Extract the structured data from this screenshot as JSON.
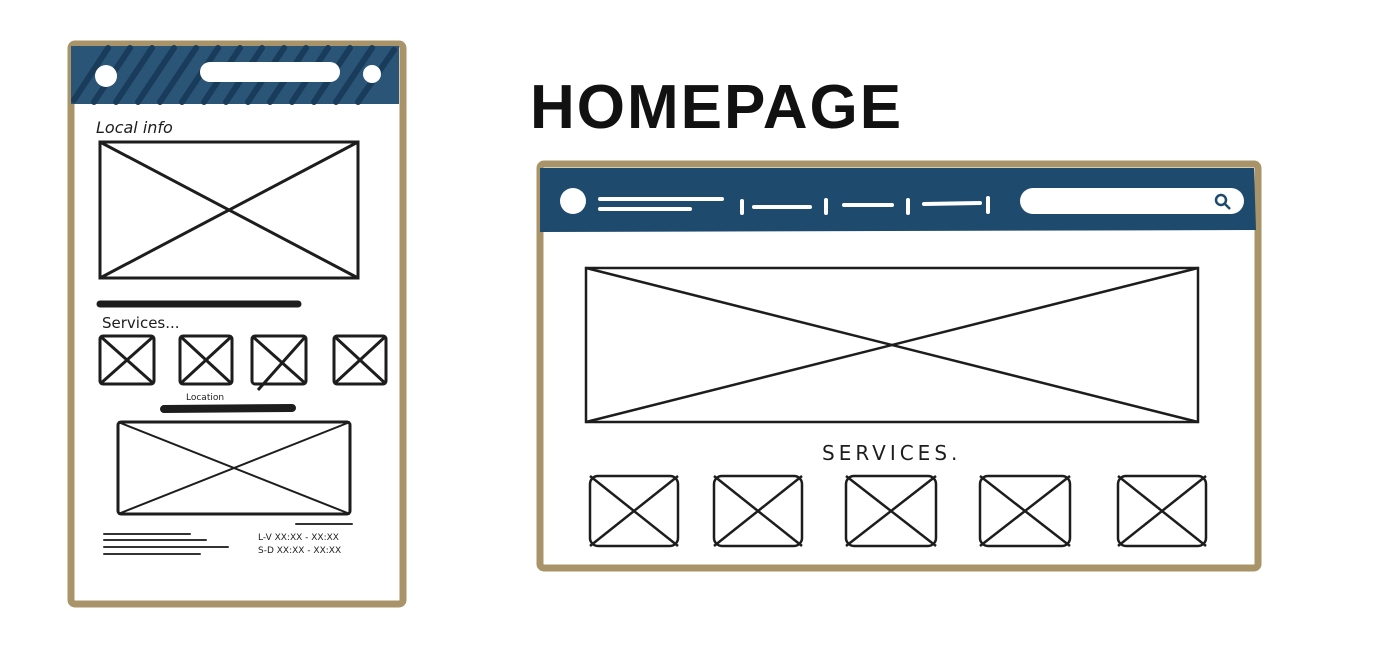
{
  "title": "HOMEPAGE",
  "mobile": {
    "local_info_label": "Local info",
    "services_label": "Services...",
    "location_label": "Location",
    "hours_line_1": "L-V  XX:XX - XX:XX",
    "hours_line_2": "S-D  XX:XX - XX:XX"
  },
  "desktop": {
    "services_label": "SERVICES."
  },
  "colors": {
    "frame": "#a89468",
    "nav": "#1e4a6e",
    "ink": "#1d1d1d",
    "paper": "#ffffff"
  },
  "icons": {
    "search": "search-icon",
    "placeholder_image": "image-placeholder-x"
  }
}
